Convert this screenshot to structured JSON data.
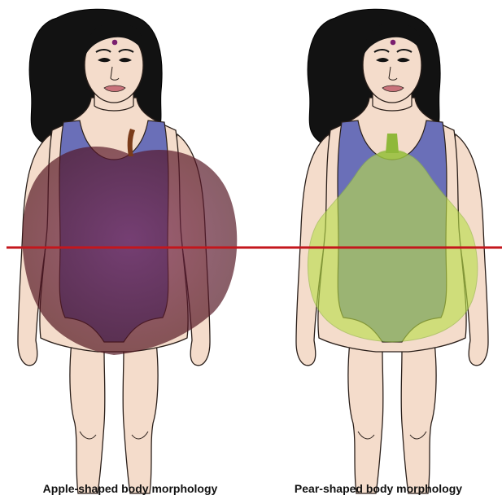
{
  "figures": [
    {
      "caption": "Apple-shaped body morphology",
      "shape": "apple"
    },
    {
      "caption": "Pear-shaped body morphology",
      "shape": "pear"
    }
  ],
  "colors": {
    "skin": "#f4dccb",
    "skin_outline": "#2a1f1a",
    "hair": "#121212",
    "swimsuit": "#6a6fb8",
    "apple_fill": "#5a1420",
    "apple_stem": "#7a3b1a",
    "pear_fill": "#b9df4a",
    "pear_stem": "#8fb83a",
    "waist_line": "#c4161c",
    "bindi": "#7a1e6e",
    "lips": "#c9727a"
  }
}
